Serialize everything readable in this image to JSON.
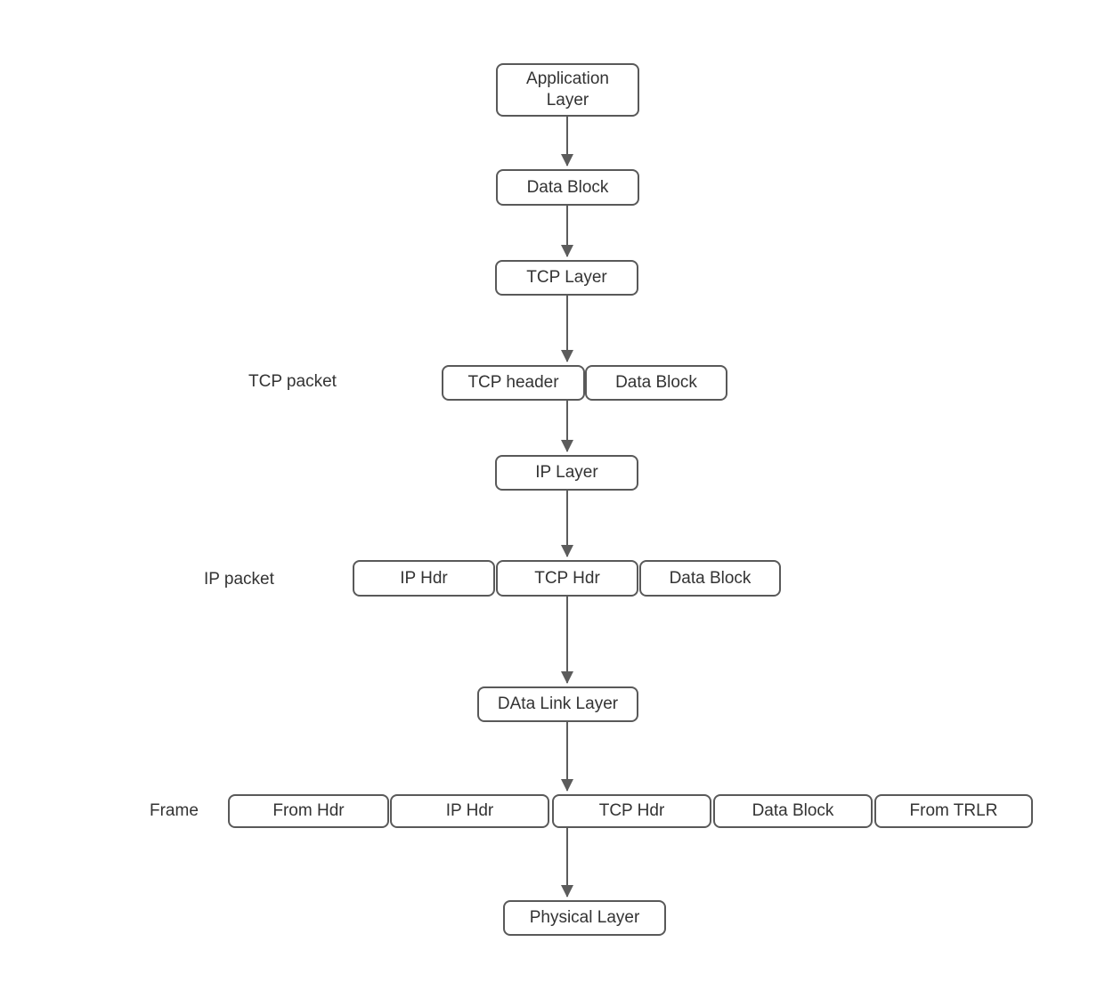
{
  "diagram": {
    "layers": {
      "application_layer": "Application Layer",
      "data_block": "Data Block",
      "tcp_layer": "TCP Layer",
      "ip_layer": "IP Layer",
      "data_link_layer": "DAta Link Layer",
      "physical_layer": "Physical Layer"
    },
    "tcp_packet": {
      "label": "TCP packet",
      "segments": [
        "TCP header",
        "Data Block"
      ]
    },
    "ip_packet": {
      "label": "IP packet",
      "segments": [
        "IP Hdr",
        "TCP Hdr",
        "Data Block"
      ]
    },
    "frame": {
      "label": "Frame",
      "segments": [
        "From Hdr",
        "IP Hdr",
        "TCP Hdr",
        "Data Block",
        "From TRLR"
      ]
    },
    "colors": {
      "box_border": "#595959",
      "box_fill": "#ffffff",
      "text": "#333333",
      "arrow": "#5c5c5c",
      "background": "#ffffff"
    }
  }
}
